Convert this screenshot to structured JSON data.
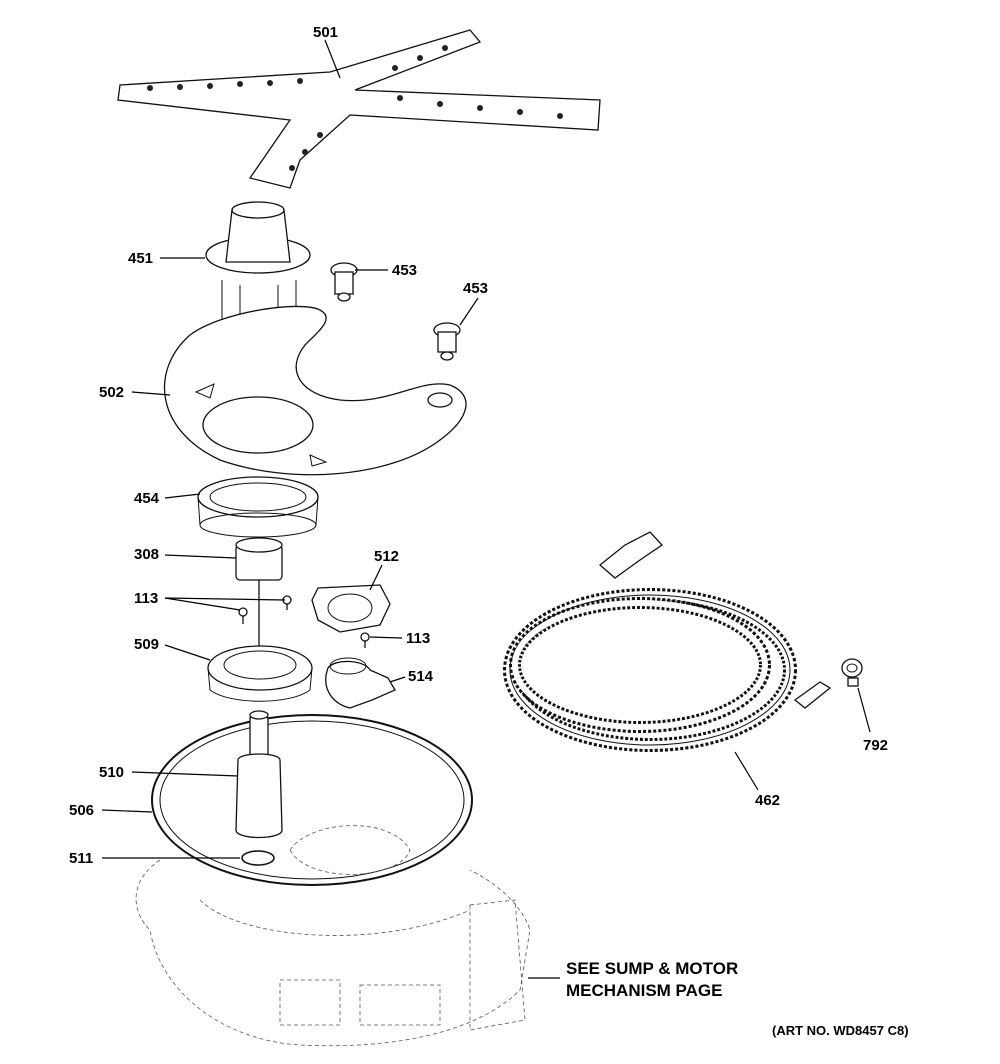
{
  "labels": {
    "p501": "501",
    "p451": "451",
    "p453a": "453",
    "p453b": "453",
    "p502": "502",
    "p454": "454",
    "p308": "308",
    "p512": "512",
    "p113a": "113",
    "p113b": "113",
    "p509": "509",
    "p514": "514",
    "p510": "510",
    "p506": "506",
    "p511": "511",
    "p462": "462",
    "p792": "792"
  },
  "note": {
    "line1": "SEE SUMP & MOTOR",
    "line2": "MECHANISM PAGE"
  },
  "art_no": "(ART NO. WD8457 C8)"
}
